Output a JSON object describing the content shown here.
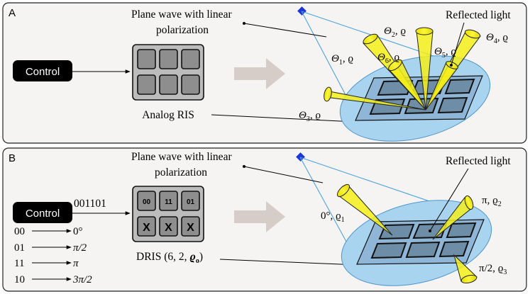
{
  "panel_a": {
    "label": "A",
    "plane_wave_line1": "Plane wave with linear",
    "plane_wave_line2": "polarization",
    "control_label": "Control",
    "ris_label": "Analog RIS",
    "reflected_label": "Reflected light",
    "beams": [
      {
        "symbol": "Θ",
        "sub": "1",
        "rho": ", ϱ"
      },
      {
        "symbol": "Θ",
        "sub": "2",
        "rho": ", ϱ"
      },
      {
        "symbol": "Θ",
        "sub": "3",
        "rho": ", ϱ"
      },
      {
        "symbol": "Θ",
        "sub": "4",
        "rho": ", ϱ"
      },
      {
        "symbol": "Θ",
        "sub": "5",
        "rho": ", ϱ"
      },
      {
        "symbol": "Θ",
        "sub": "6",
        "rho": ", ϱ"
      }
    ]
  },
  "panel_b": {
    "label": "B",
    "plane_wave_line1": "Plane wave with linear",
    "plane_wave_line2": "polarization",
    "control_label": "Control",
    "bits": "001101",
    "mapping": [
      {
        "code": "00",
        "phase": "0°"
      },
      {
        "code": "01",
        "phase": "π/2"
      },
      {
        "code": "11",
        "phase": "π"
      },
      {
        "code": "10",
        "phase": "3π/2"
      }
    ],
    "cells": [
      "00",
      "11",
      "01",
      "X",
      "X",
      "X"
    ],
    "dris_label": "DRIS (6, 2, ",
    "dris_rho": "ϱ",
    "dris_rho_sub": "o",
    "dris_close": ")",
    "reflected_label": "Reflected light",
    "beam_labels": [
      {
        "main": "0°, ϱ",
        "sub": "1"
      },
      {
        "main": "π, ϱ",
        "sub": "2"
      },
      {
        "main": "π/2, ϱ",
        "sub": "3"
      }
    ]
  },
  "colors": {
    "panel_bg": "#f6f4f2",
    "ellipse_fill": "#a9d4ef",
    "cell_fill": "#6d8ea6",
    "beam_fill": "#f5ee1a",
    "control_bg": "#000000",
    "source": "#1a35d8",
    "arrow": "#d7cdc8"
  }
}
